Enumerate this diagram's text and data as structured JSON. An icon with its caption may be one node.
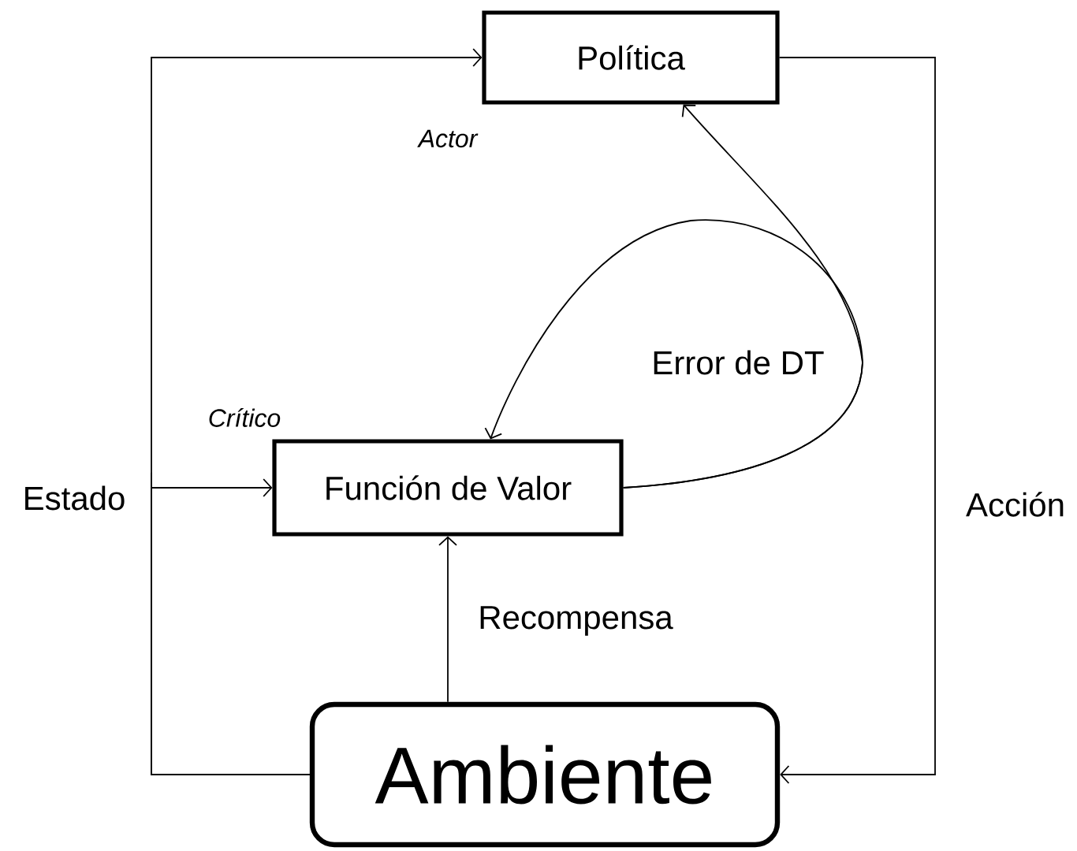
{
  "diagram": {
    "nodes": [
      {
        "text": [
          "Política"
        ],
        "beside": [
          "Actor"
        ]
      },
      {
        "text": [
          "Función de Valor"
        ],
        "beside": [
          "Crítico"
        ]
      },
      {
        "text": [
          "Ambiente"
        ]
      }
    ],
    "edges": [
      {
        "from": 2,
        "to": 0,
        "arrow": "to"
      },
      {
        "from": 2,
        "to": 1,
        "arrow": "to",
        "label": "Estado"
      },
      {
        "from": 0,
        "to": 2,
        "arrow": "to",
        "label": "Acción"
      },
      {
        "from": 2,
        "to": 1,
        "arrow": "to",
        "label": "Recompensa"
      },
      {
        "from": 1,
        "to": 0,
        "arrow": "to",
        "label": "Error de DT"
      },
      {
        "from": 1,
        "to": 1,
        "arrow": "to"
      }
    ]
  }
}
